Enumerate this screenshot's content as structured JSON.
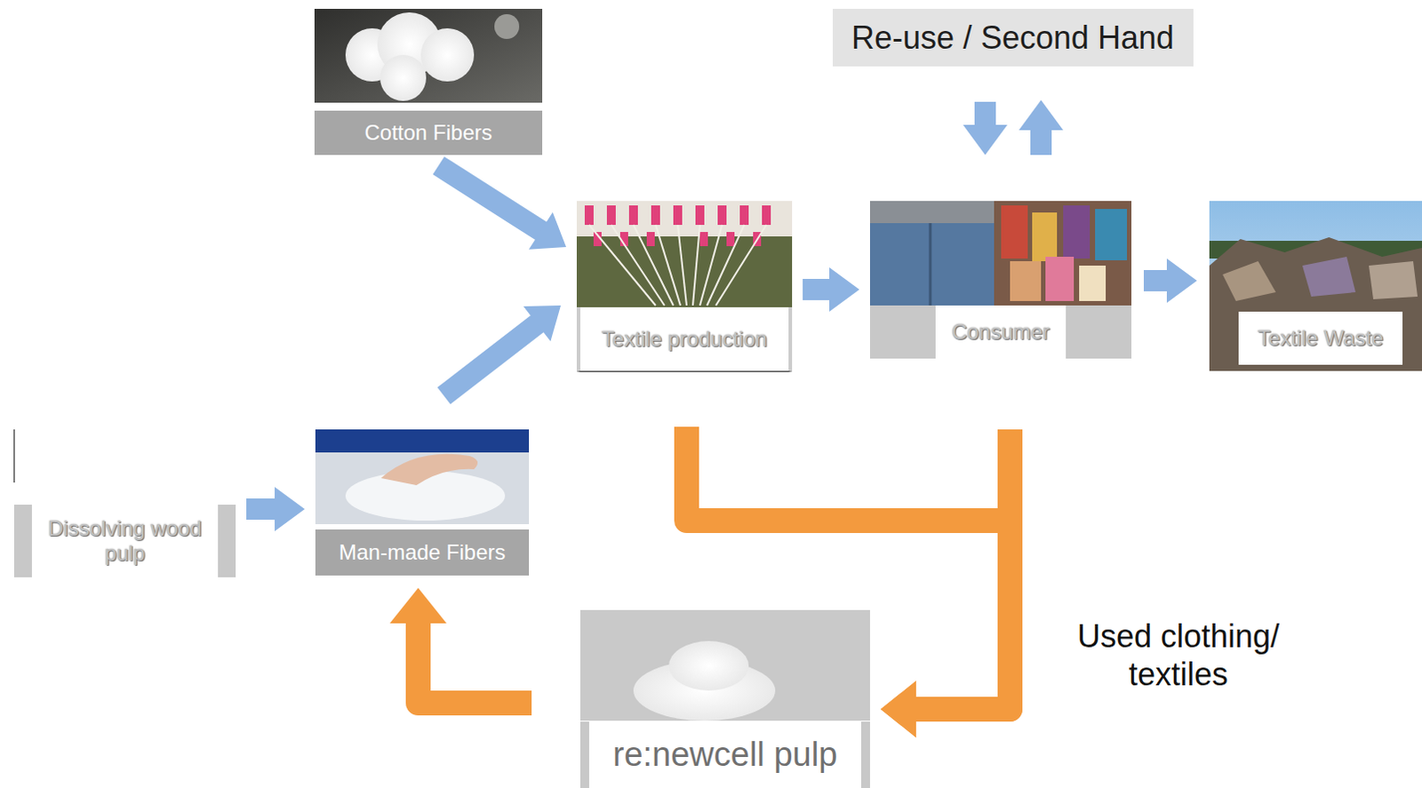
{
  "diagram": {
    "nodes": [
      {
        "text": [
          "Cotton Fibers"
        ]
      },
      {
        "text": [
          "Re-use / Second Hand"
        ]
      },
      {
        "text": [
          "Textile production"
        ]
      },
      {
        "text": [
          "Consumer"
        ]
      },
      {
        "text": [
          "Textile Waste"
        ]
      },
      {
        "text": [
          "Dissolving wood pulp"
        ]
      },
      {
        "text": [
          "Man-made Fibers"
        ]
      },
      {
        "text": [
          "re:newcell pulp"
        ]
      }
    ],
    "edges": [
      {
        "from": 0,
        "to": 2,
        "arrow": "to"
      },
      {
        "from": 6,
        "to": 2,
        "arrow": "to"
      },
      {
        "from": 2,
        "to": 3,
        "arrow": "to"
      },
      {
        "from": 3,
        "to": 4,
        "arrow": "to"
      },
      {
        "from": 1,
        "to": 3,
        "arrow": "to"
      },
      {
        "from": 3,
        "to": 1,
        "arrow": "to"
      },
      {
        "from": 5,
        "to": 6,
        "arrow": "to"
      },
      {
        "from": 2,
        "to": 7,
        "arrow": "to"
      },
      {
        "from": 3,
        "to": 7,
        "arrow": "to"
      },
      {
        "from": 7,
        "to": 6,
        "arrow": "to"
      }
    ],
    "labels": [
      "Used clothing/ textiles"
    ]
  }
}
